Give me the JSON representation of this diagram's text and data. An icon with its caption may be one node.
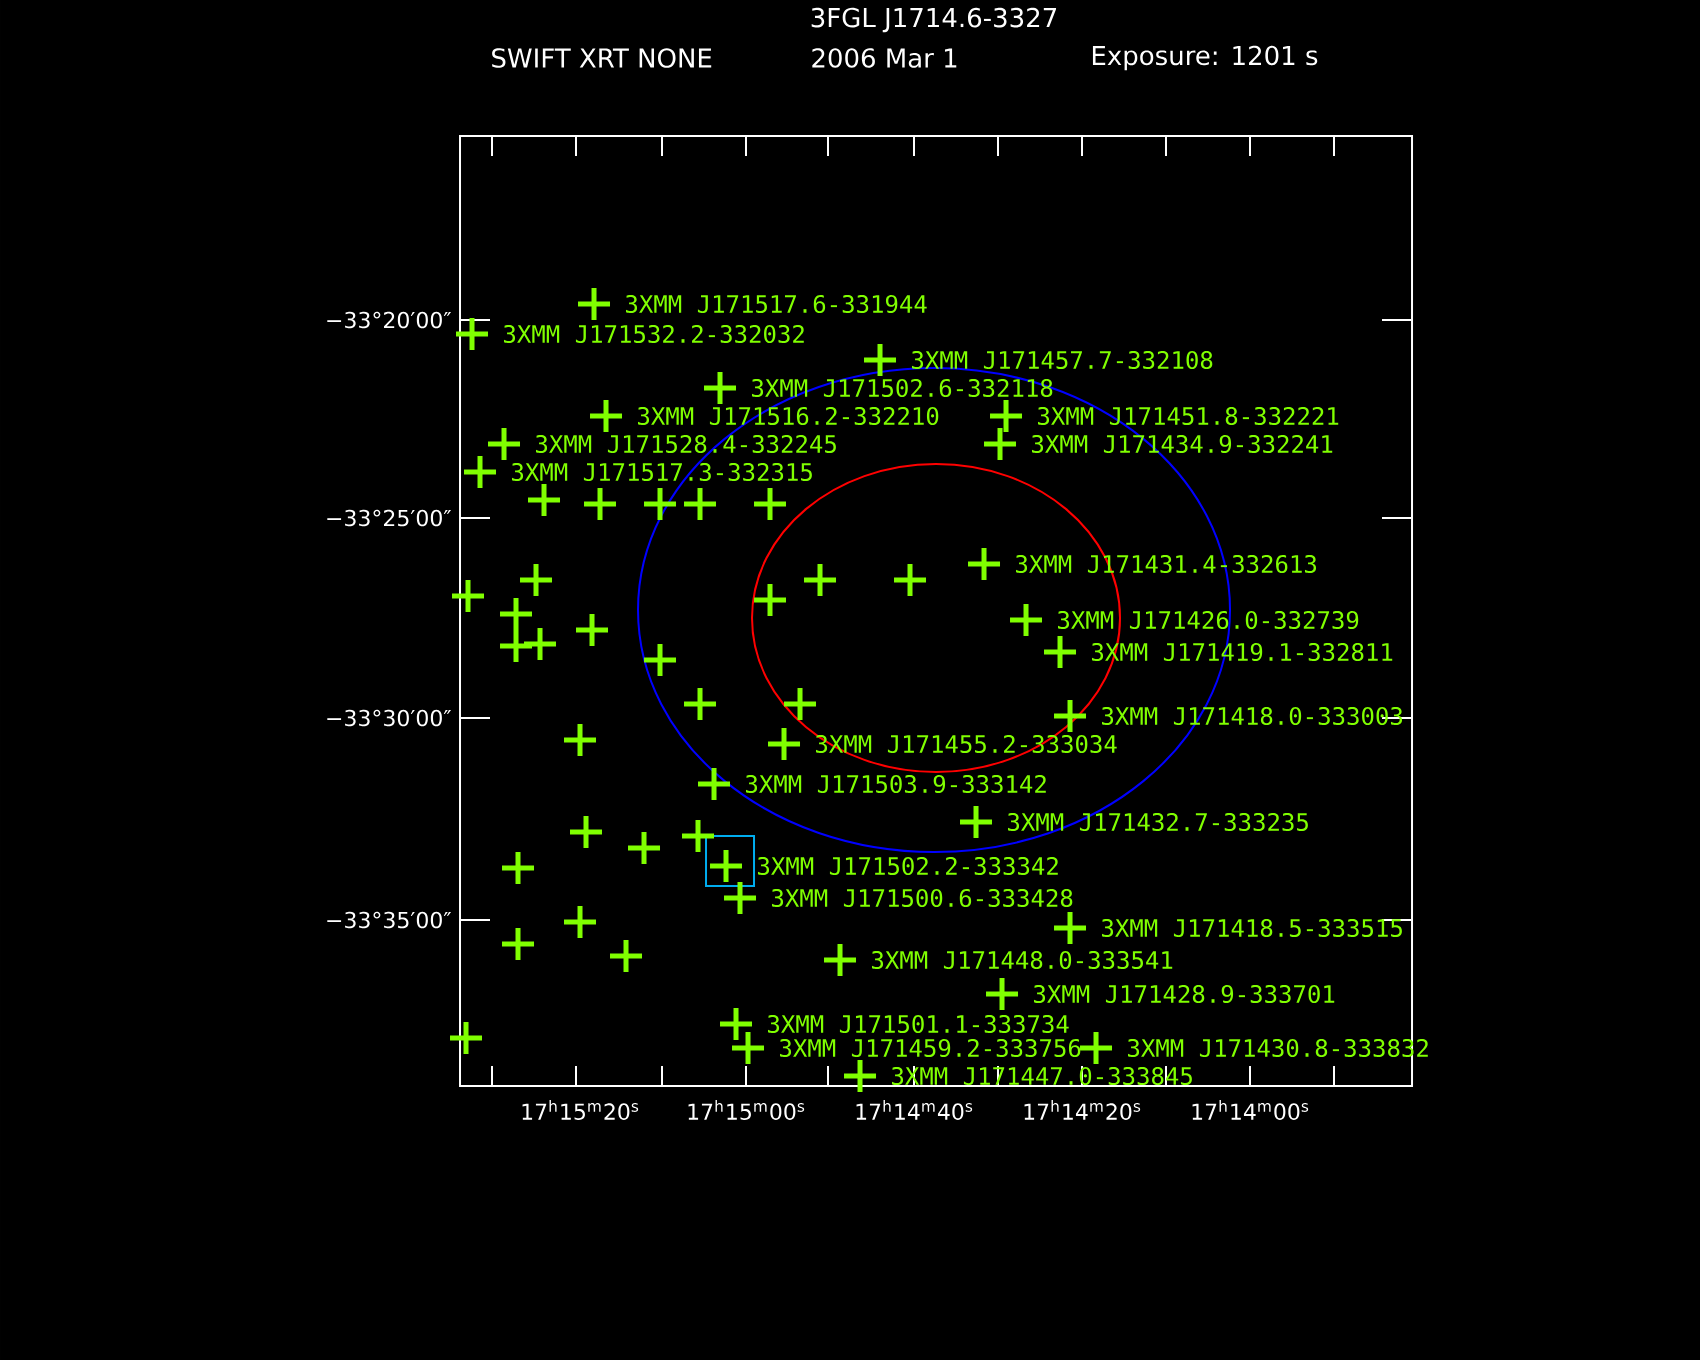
{
  "diagram": {
    "title": "3FGL J1714.6-3327",
    "labels": [
      "SWIFT XRT NONE",
      "2006 Mar 1",
      "Exposure: 1201 s",
      "−33°20′00″",
      "−33°25′00″",
      "−33°30′00″",
      "−33°35′00″",
      "3XMM J171517.6-331944",
      "3XMM J171532.2-332032",
      "3XMM J171457.7-332108",
      "3XMM J171502.6-332118",
      "3XMM J171516.2-332210",
      "3XMM J171451.8-332221",
      "3XMM J171528.4-332245",
      "3XMM J171434.9-332241",
      "3XMM J171517.3-332315",
      "3XMM J171431.4-332613",
      "3XMM J171426.0-332739",
      "3XMM J171419.1-332811",
      "3XMM J171418.0-333003",
      "3XMM J171455.2-333034",
      "3XMM J171503.9-333142",
      "3XMM J171432.7-333235",
      "3XMM J171502.2-333342",
      "3XMM J171500.6-333428",
      "3XMM J171418.5-333515",
      "3XMM J171448.0-333541",
      "3XMM J171428.9-333701",
      "3XMM J171501.1-333734",
      "3XMM J171459.2-333756",
      "3XMM J171430.8-333832",
      "3XMM J171447.0-333845",
      "17$^{h}$15$^{m}$20$^{s}$",
      "17$^{h}$15$^{m}$00$^{s}$",
      "17$^{h}$14$^{m}$40$^{s}$",
      "17$^{h}$14$^{m}$20$^{s}$",
      "17$^{h}$14$^{m}$00$^{s}$"
    ]
  }
}
